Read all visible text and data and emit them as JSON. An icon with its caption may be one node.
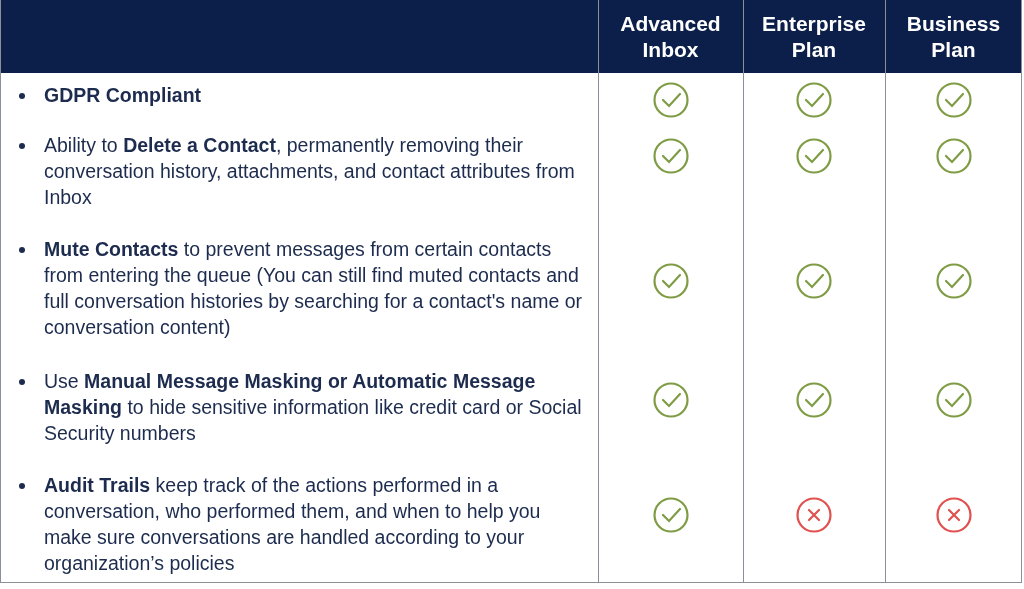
{
  "diagram": {
    "labels": [
      "Advanced Inbox",
      "Enterprise Plan",
      "Business Plan",
      "GDPR Compliant",
      "Ability to **Delete a Contact**, permanently removing their conversation history, attachments, and contact attributes from Inbox",
      "**Mute Contacts** to prevent messages from certain contacts from entering the queue (You can still find muted contacts and full conversation histories by searching for a contact's name or conversation content)",
      "Use **Manual Message Masking or Automatic Message Masking** to hide sensitive information like credit card or Social Security numbers",
      "**Audit Trails** keep track of the actions performed in a conversation, who performed them, and when to help you make sure conversations are handled according to your organization’s policies"
    ]
  }
}
